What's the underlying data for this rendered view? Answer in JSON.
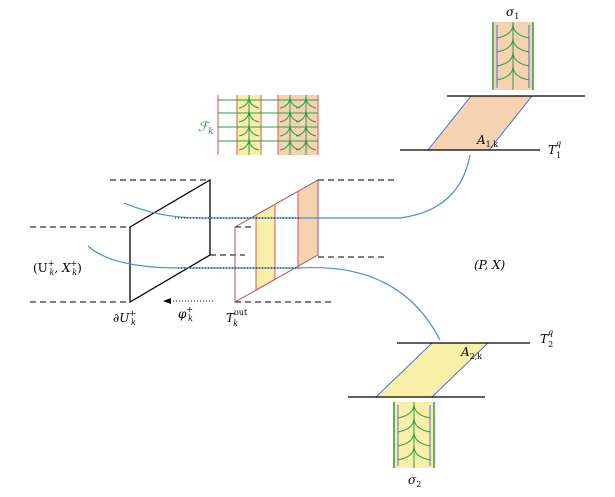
{
  "labels": {
    "sigma1": "σ",
    "sigma1_sub": "1",
    "sigma2": "σ",
    "sigma2_sub": "2",
    "foliation": "ℱ",
    "foliation_sub": "k",
    "a1k": "A",
    "a1k_sub": "1,k",
    "a2k": "A",
    "a2k_sub": "2,k",
    "t1q": "T",
    "t1q_sup": "q",
    "t1q_sub": "1",
    "t2q": "T",
    "t2q_sup": "q",
    "t2q_sub": "2",
    "uk_pair": "(U",
    "uk_pair_sup1": "+",
    "uk_pair_sub1": "k",
    "uk_pair_mid": ", X",
    "uk_pair_sup2": "+",
    "uk_pair_sub2": "k",
    "uk_pair_end": ")",
    "px": "(P, X)",
    "duk": "∂U",
    "duk_sup": "+",
    "duk_sub": "k",
    "phik": "φ",
    "phik_sup": "+",
    "phik_sub": "k",
    "tkout": "T",
    "tkout_sup": "out",
    "tkout_sub": "k"
  },
  "colors": {
    "yellow_fill": "#f8f0a8",
    "orange_fill": "#f6d3b0",
    "leaf_green": "#2e9c4a",
    "curve_blue": "#4a90d9",
    "red_line": "#d9534f"
  }
}
